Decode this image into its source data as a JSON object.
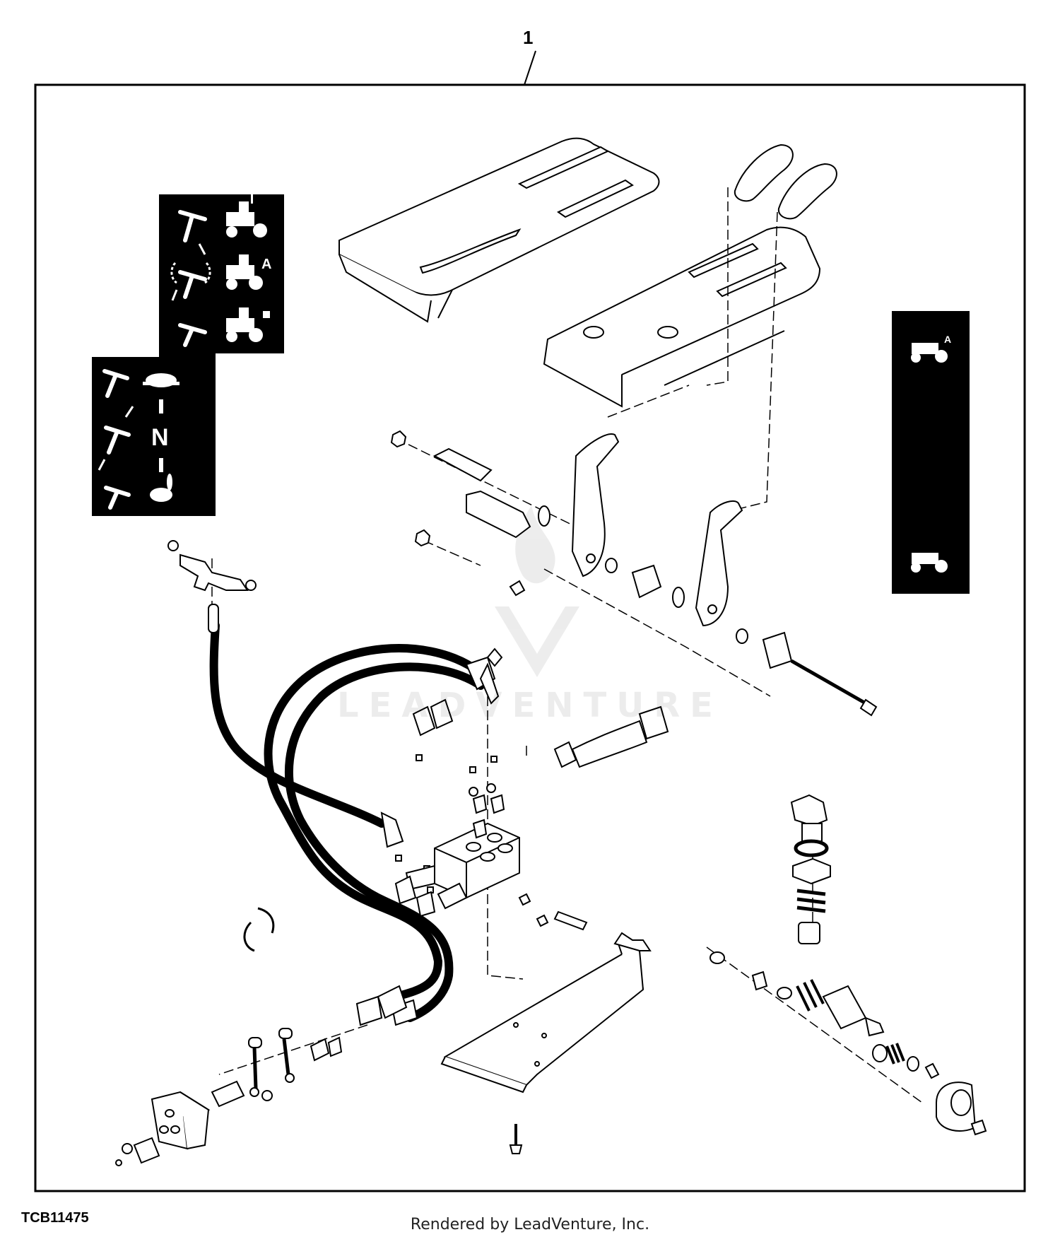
{
  "callout_number": "1",
  "figure_id": "TCB11475",
  "credit": "Rendered by LeadVenture, Inc.",
  "watermark": "LEADVENTURE",
  "decals": {
    "upper_letter": "A",
    "lower_letter": "N",
    "right_letter": "A"
  }
}
